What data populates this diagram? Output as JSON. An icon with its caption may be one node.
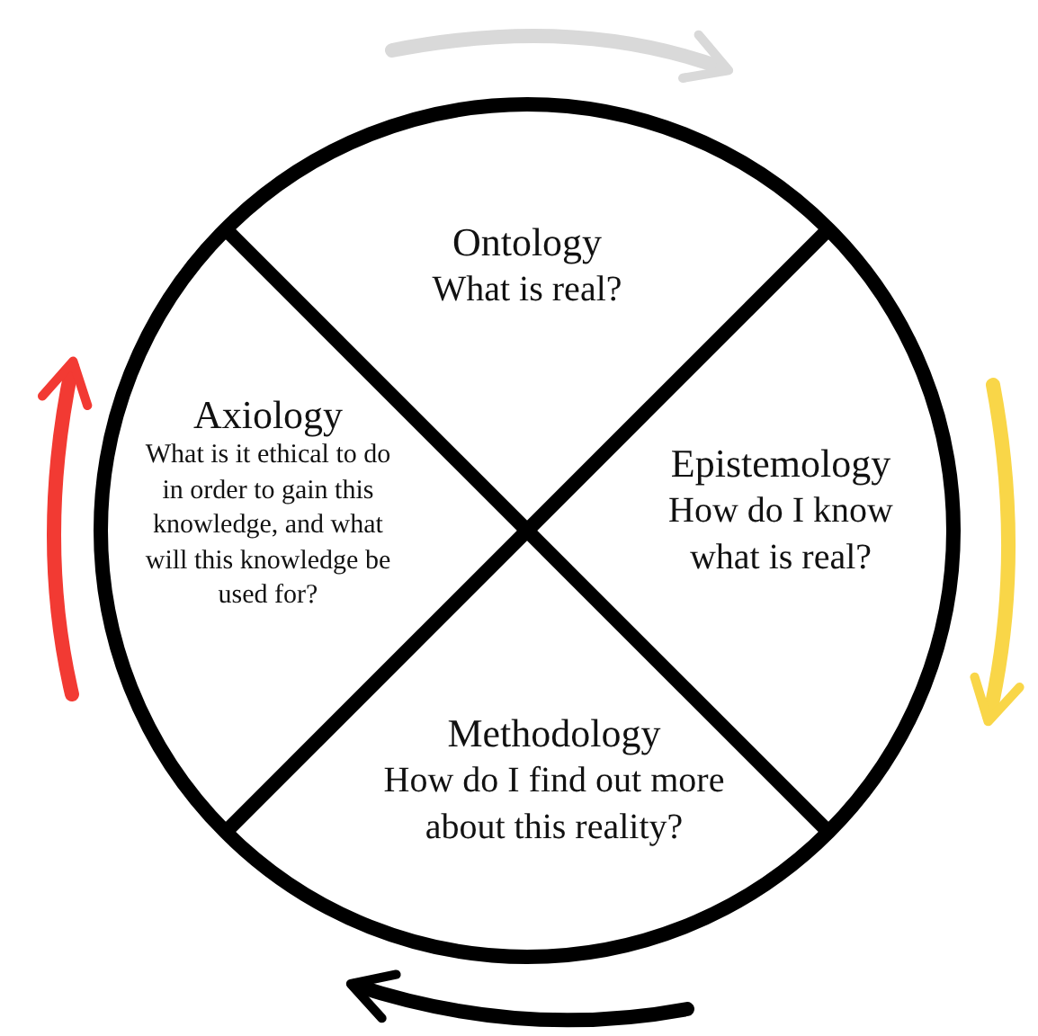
{
  "diagram": {
    "nodes": [
      {
        "text": [],
        "shape": "circle"
      },
      {
        "text": [
          "Ontology",
          "What is real?"
        ],
        "in": 0
      },
      {
        "text": [
          "Epistemology",
          "How do I know what is real?"
        ],
        "in": 0
      },
      {
        "text": [
          "Methodology",
          "How do I find out more about this reality?"
        ],
        "in": 0
      },
      {
        "text": [
          "Axiology",
          "What is it ethical to do in order to gain this knowledge, and what will this knowledge be used for?"
        ],
        "in": 0
      }
    ]
  }
}
